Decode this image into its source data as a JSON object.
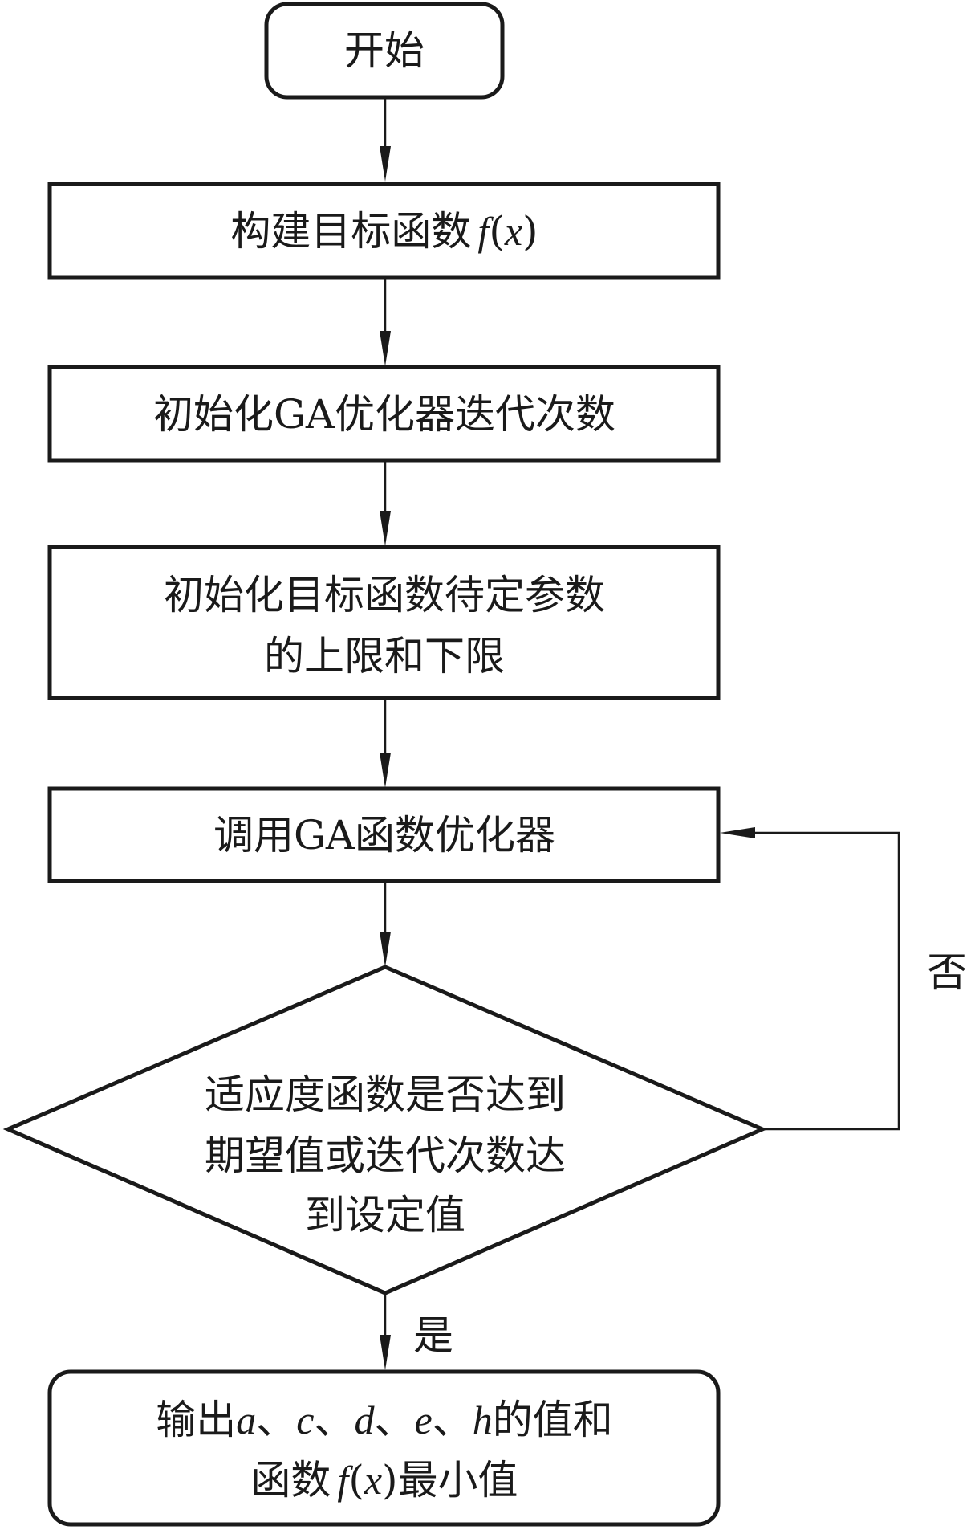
{
  "flowchart": {
    "start": "开始",
    "step1": {
      "prefix": "构建目标函数",
      "math": "f",
      "paren_open": "(",
      "var": "x",
      "paren_close": ")"
    },
    "step2": "初始化GA优化器迭代次数",
    "step3": {
      "line1": "初始化目标函数待定参数",
      "line2": "的上限和下限"
    },
    "step4": "调用GA函数优化器",
    "decision": {
      "line1": "适应度函数是否达到",
      "line2": "期望值或迭代次数达",
      "line3": "到设定值"
    },
    "no_label": "否",
    "yes_label": "是",
    "end": {
      "line1_prefix": "输出",
      "vars": [
        "a",
        "c",
        "d",
        "e",
        "h"
      ],
      "separator": "、",
      "line1_suffix": "的值和",
      "line2_prefix": "函数",
      "math": "f",
      "paren_open": "(",
      "var": "x",
      "paren_close": ")",
      "line2_suffix": "最小值"
    }
  }
}
